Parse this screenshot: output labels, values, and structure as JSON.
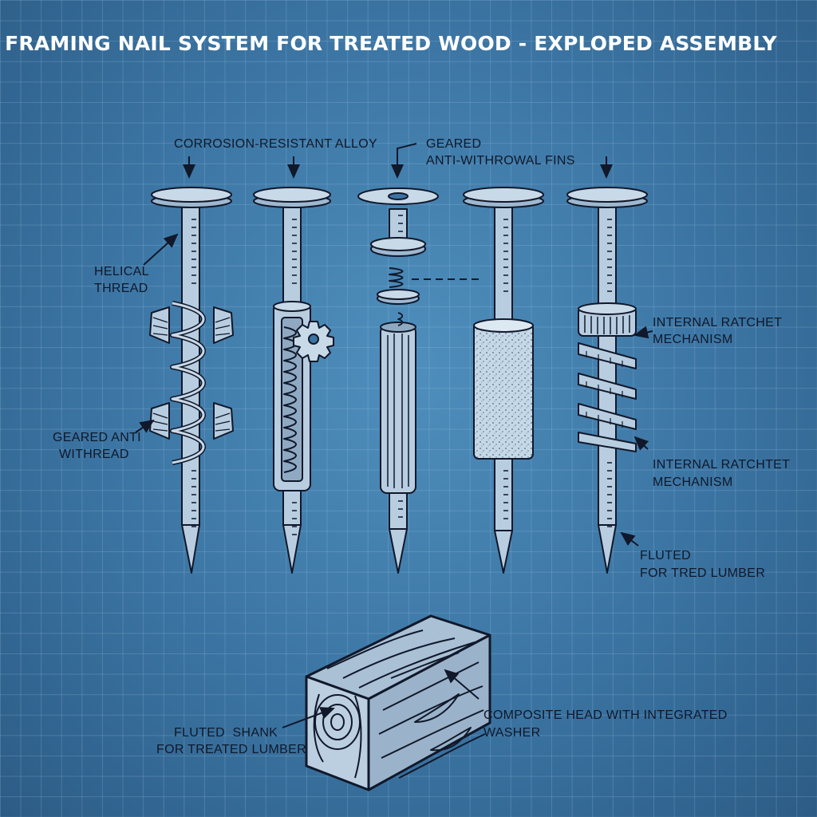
{
  "title": "FRAMING NAIL SYSTEM FOR TREATED WOOD - EXPLOPED ASSEMBLY",
  "labels": {
    "corrosion": "CORROSION-RESISTANT ALLOY",
    "geared_fins_1": "GEARED",
    "geared_fins_2": "ANTI-WITHROWAL FINS",
    "helical_1": "HELICAL",
    "helical_2": "THREAD",
    "geared_anti_1": "GEARED ANTI",
    "geared_anti_2": "WITHREAD",
    "ratchet_a_1": "INTERNAL RATCHET",
    "ratchet_a_2": "MECHANISM",
    "ratchet_b_1": "INTERNAL RATCHTET",
    "ratchet_b_2": "MECHANISM",
    "fluted_1": "FLUTED",
    "fluted_2": "FOR TRED LUMBER",
    "shank_1": "FLUTED  SHANK",
    "shank_2": "FOR TREATED LUMBER",
    "composite_1": "COMPOSITE HEAD WITH INTEGRATED",
    "composite_2": "WASHER"
  },
  "colors": {
    "background": "#3b74a2",
    "metal": "#b8cde0",
    "ink": "#10182a",
    "title": "#ffffff"
  }
}
